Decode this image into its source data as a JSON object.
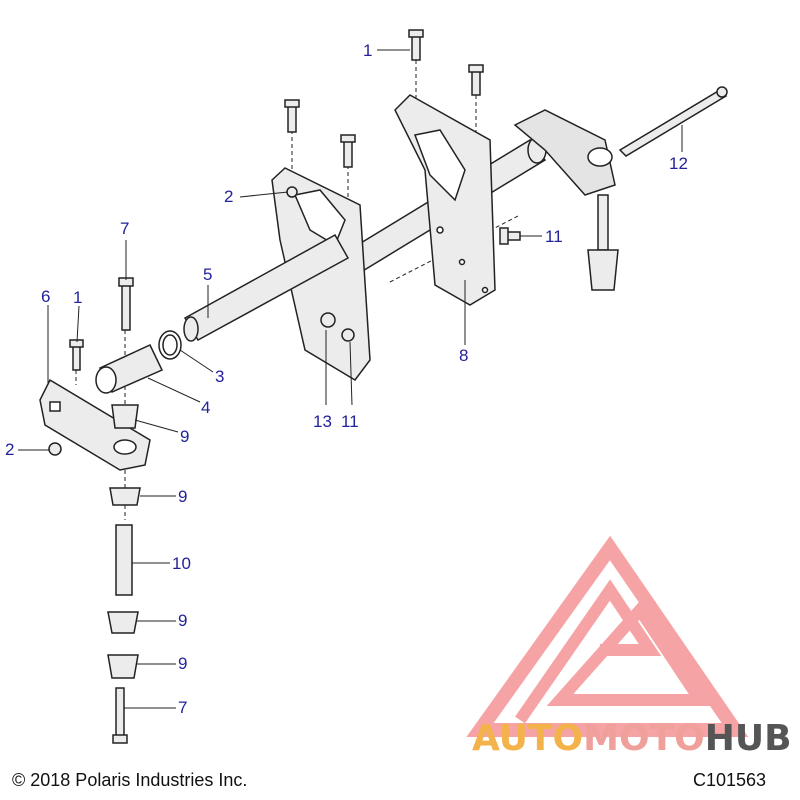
{
  "callouts": [
    "1",
    "2",
    "7",
    "5",
    "6",
    "1",
    "3",
    "4",
    "9",
    "2",
    "9",
    "10",
    "9",
    "9",
    "7",
    "13",
    "11",
    "8",
    "11",
    "12"
  ],
  "footer": {
    "copyright": "© 2018 Polaris Industries Inc.",
    "diagram_code": "C101563"
  },
  "watermark": {
    "part1": "AUTO",
    "part2": "MOTO",
    "part3": "HUB",
    "colors": {
      "auto": "#f4b24a",
      "moto": "#f0a09a",
      "hub": "#555555",
      "logo": "#e9363a"
    }
  },
  "colors": {
    "callout": "#22229a",
    "line": "#222222",
    "part_fill": "#ececec"
  }
}
